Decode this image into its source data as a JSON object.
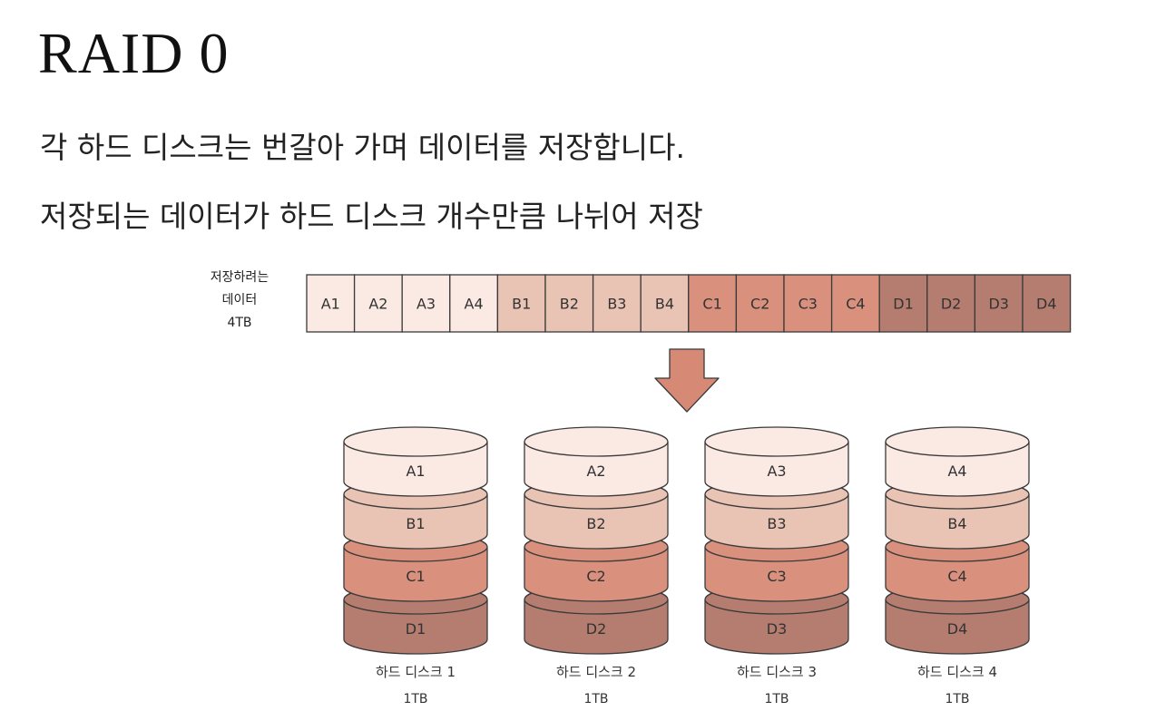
{
  "title": "RAID 0",
  "description": [
    "각 하드 디스크는 번갈아 가며 데이터를 저장합니다.",
    "저장되는 데이터가 하드 디스크 개수만큼 나뉘어 저장"
  ],
  "data_block": {
    "label_lines": [
      "저장하려는",
      "데이터",
      "4TB"
    ],
    "cells": [
      {
        "label": "A1",
        "group": "A"
      },
      {
        "label": "A2",
        "group": "A"
      },
      {
        "label": "A3",
        "group": "A"
      },
      {
        "label": "A4",
        "group": "A"
      },
      {
        "label": "B1",
        "group": "B"
      },
      {
        "label": "B2",
        "group": "B"
      },
      {
        "label": "B3",
        "group": "B"
      },
      {
        "label": "B4",
        "group": "B"
      },
      {
        "label": "C1",
        "group": "C"
      },
      {
        "label": "C2",
        "group": "C"
      },
      {
        "label": "C3",
        "group": "C"
      },
      {
        "label": "C4",
        "group": "C"
      },
      {
        "label": "D1",
        "group": "D"
      },
      {
        "label": "D2",
        "group": "D"
      },
      {
        "label": "D3",
        "group": "D"
      },
      {
        "label": "D4",
        "group": "D"
      }
    ]
  },
  "colors": {
    "A": "#fbe9e4",
    "B": "#e9c3b3",
    "C": "#d9917e",
    "D": "#b57d6f",
    "arrow": "#d68a75",
    "stroke": "#3a3a3a"
  },
  "disks": [
    {
      "name": "하드 디스크 1",
      "size": "1TB",
      "segments": [
        "A1",
        "B1",
        "C1",
        "D1"
      ]
    },
    {
      "name": "하드 디스크 2",
      "size": "1TB",
      "segments": [
        "A2",
        "B2",
        "C2",
        "D2"
      ]
    },
    {
      "name": "하드 디스크 3",
      "size": "1TB",
      "segments": [
        "A3",
        "B3",
        "C3",
        "D3"
      ]
    },
    {
      "name": "하드 디스크 4",
      "size": "1TB",
      "segments": [
        "A4",
        "B4",
        "C4",
        "D4"
      ]
    }
  ]
}
